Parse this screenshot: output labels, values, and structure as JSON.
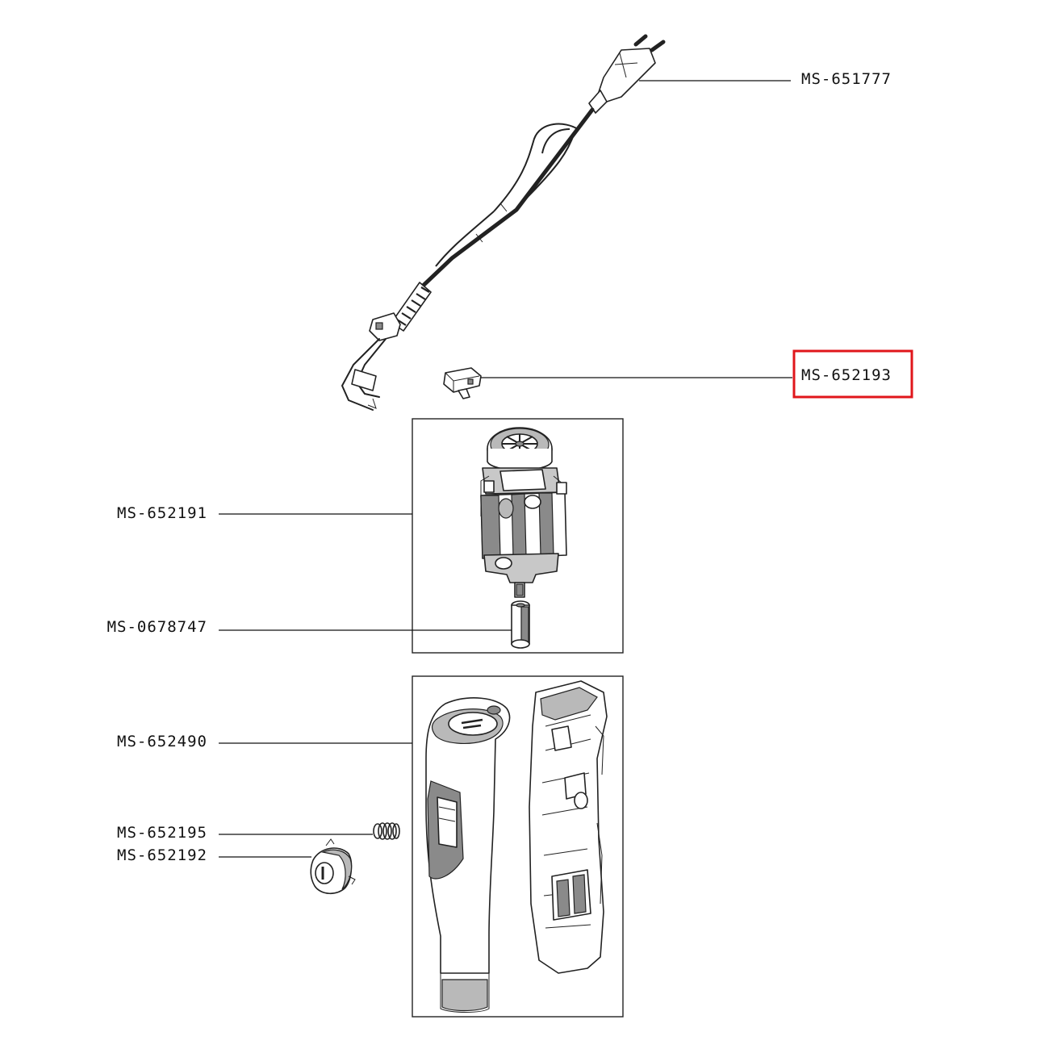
{
  "diagram": {
    "highlight_color": "#e0161b",
    "parts": [
      {
        "id": "cord",
        "label": "MS-651777",
        "icon": "power-cord-plug"
      },
      {
        "id": "switch",
        "label": "MS-652193",
        "icon": "micro-switch",
        "highlighted": true
      },
      {
        "id": "motor",
        "label": "MS-652191",
        "icon": "motor"
      },
      {
        "id": "coupler",
        "label": "MS-0678747",
        "icon": "coupling-sleeve"
      },
      {
        "id": "housing",
        "label": "MS-652490",
        "icon": "handle-housing"
      },
      {
        "id": "spring",
        "label": "MS-652195",
        "icon": "spring"
      },
      {
        "id": "button",
        "label": "MS-652192",
        "icon": "push-button"
      }
    ]
  }
}
